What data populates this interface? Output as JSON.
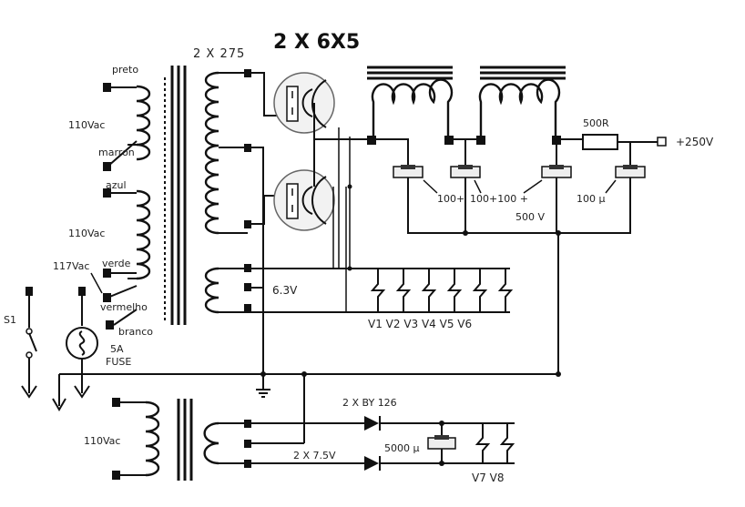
{
  "title": "2 X 6X5",
  "labels": {
    "secondary_hv": "2  X  275",
    "wire_preto": "preto",
    "wire_marron": "marron",
    "wire_azul": "azul",
    "wire_verde": "verde",
    "wire_vermelho": "vermelho",
    "wire_branco": "branco",
    "primary_1": "110Vac",
    "primary_2": "110Vac",
    "primary_3": "110Vac",
    "tap_117": "117Vac",
    "switch": "S1",
    "fuse": "5A\nFUSE",
    "fuse_line1": "5A",
    "fuse_line2": "FUSE",
    "resistor": "500R",
    "output": "+250V",
    "caps_1": "100+",
    "caps_2": "100+100 +",
    "caps_3": "100 µ",
    "caps_voltage": "500 V",
    "heater": "6.3V",
    "heaters_tubes": "V1  V2   V3  V4   V5  V6",
    "diodes": "2 X BY 126",
    "heater2": "2 X 7.5V",
    "bigcap": "5000 µ",
    "heaters_tubes2": "V7   V8"
  },
  "icons": [
    "transformer-icon",
    "rectifier-tube-icon",
    "inductor-icon",
    "capacitor-icon",
    "resistor-icon",
    "diode-icon",
    "fuse-icon",
    "switch-icon",
    "ground-icon"
  ]
}
